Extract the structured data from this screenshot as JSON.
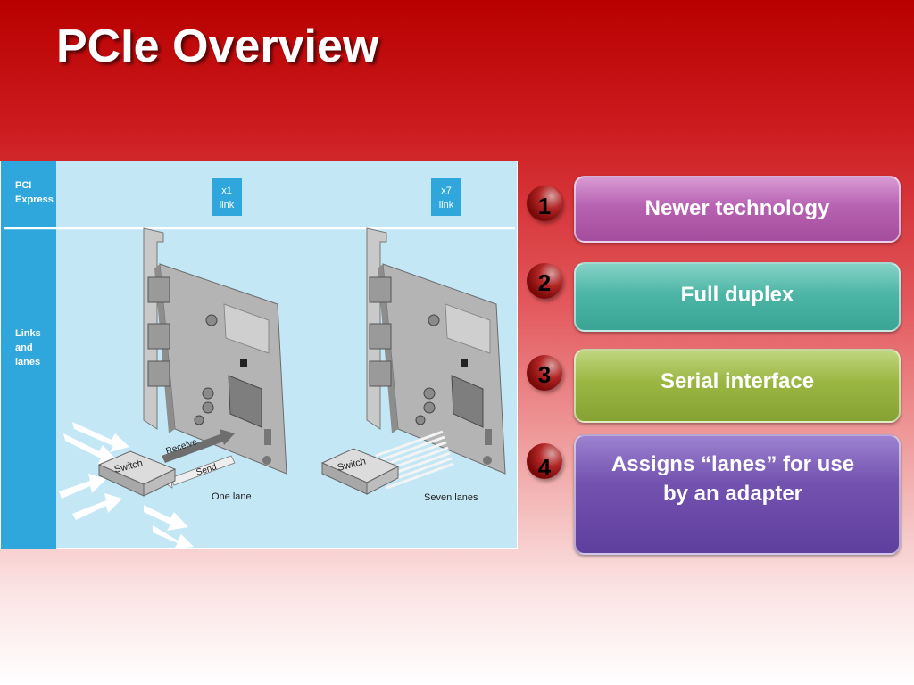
{
  "slide": {
    "title": "PCIe Overview"
  },
  "diagram": {
    "side_labels": [
      "PCI",
      "Express",
      "Links",
      "and",
      "lanes"
    ],
    "headers": [
      {
        "line1": "x1",
        "line2": "link"
      },
      {
        "line1": "x7",
        "line2": "link"
      }
    ],
    "switch_label": "Switch",
    "receive_label": "Receive",
    "send_label": "Send",
    "one_lane_label": "One lane",
    "seven_lanes_label": "Seven lanes"
  },
  "items": [
    {
      "number": "1",
      "text": "Newer technology",
      "color": "#b862b2"
    },
    {
      "number": "2",
      "text": "Full duplex",
      "color": "#4db6a6"
    },
    {
      "number": "3",
      "text": "Serial interface",
      "color": "#9ab642"
    },
    {
      "number": "4",
      "text": "Assigns “lanes” for use by an adapter",
      "color": "#7352b0"
    }
  ]
}
